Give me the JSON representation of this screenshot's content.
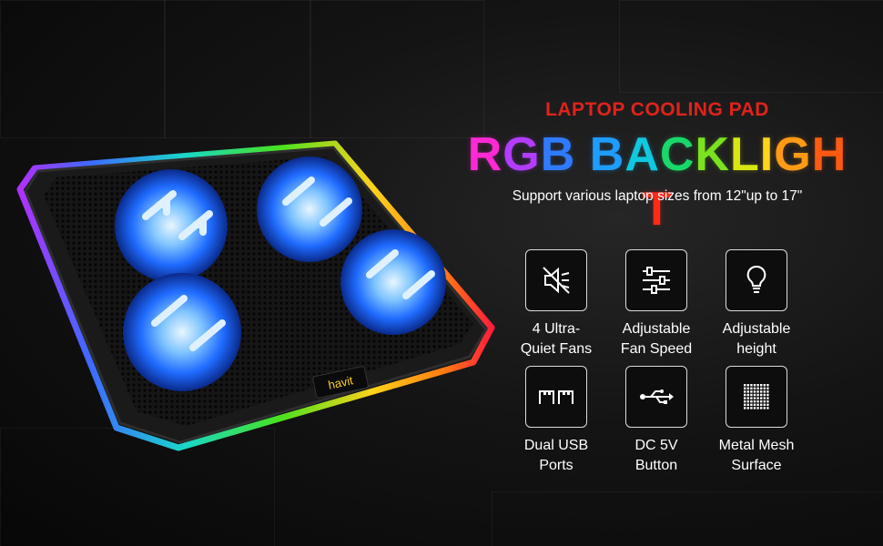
{
  "product": {
    "tagline": "LAPTOP COOLING PAD",
    "headline_letters": [
      "R",
      "G",
      "B",
      " ",
      "B",
      "A",
      "C",
      "K",
      "L",
      "I",
      "G",
      "H",
      "T"
    ],
    "headline_colors": [
      "#ff2ad4",
      "#b23cff",
      "#2f7bff",
      "#000000",
      "#1e9cff",
      "#10c8e0",
      "#19d86a",
      "#7ae21e",
      "#d8e612",
      "#ffd41a",
      "#ff9a14",
      "#ff5a12",
      "#ff2a1a"
    ],
    "support_text": "Support various laptop sizes from 12\"up to 17\"",
    "brand": "havit"
  },
  "features": [
    {
      "icon": "muted-fan-icon",
      "line1": "4 Ultra-",
      "line2": "Quiet Fans"
    },
    {
      "icon": "sliders-icon",
      "line1": "Adjustable",
      "line2": "Fan Speed"
    },
    {
      "icon": "lightbulb-icon",
      "line1": "Adjustable",
      "line2": "height"
    },
    {
      "icon": "usb-ports-icon",
      "line1": "Dual USB",
      "line2": "Ports"
    },
    {
      "icon": "usb-symbol-icon",
      "line1": "DC 5V",
      "line2": "Button"
    },
    {
      "icon": "metal-mesh-icon",
      "line1": "Metal Mesh",
      "line2": "Surface"
    }
  ],
  "colors": {
    "tagline": "#e0231b",
    "fan_glow": "#1f6bff",
    "icon_stroke": "#ffffff"
  }
}
